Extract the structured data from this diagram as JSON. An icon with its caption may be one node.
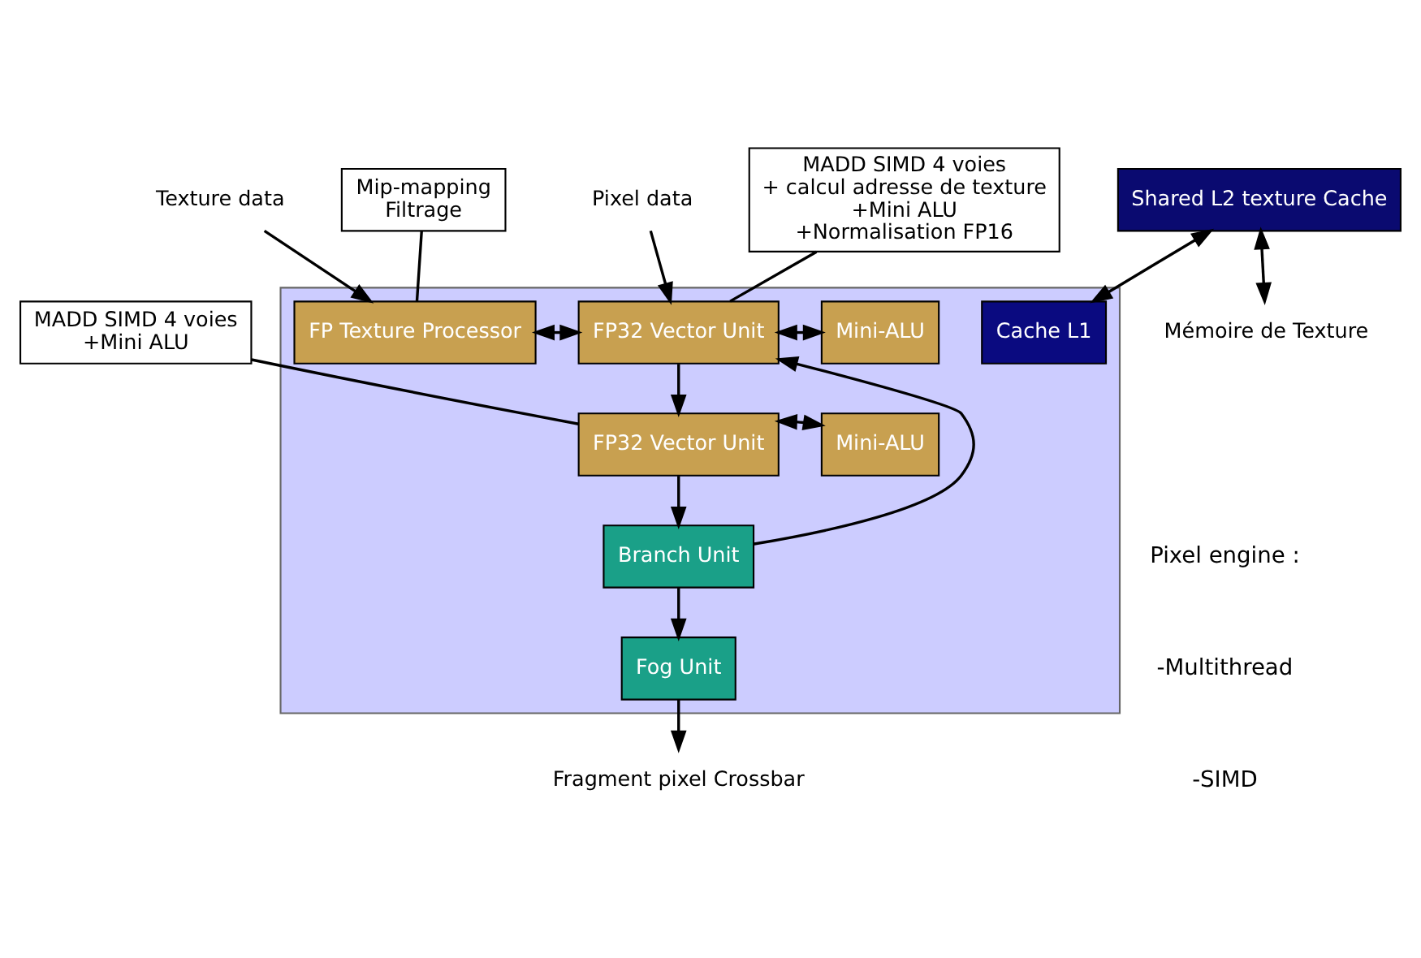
{
  "diagram": {
    "nodes": [
      {
        "text": [],
        "shape": "box"
      },
      {
        "text": [
          "Texture data"
        ]
      },
      {
        "text": [
          "Pixel data"
        ]
      },
      {
        "text": [
          "Mip-mapping",
          "Filtrage"
        ]
      },
      {
        "text": [
          "MADD SIMD 4 voies",
          "+ calcul adresse de texture",
          "+Mini ALU",
          "+Normalisation FP16"
        ]
      },
      {
        "text": [
          "Cache L1"
        ],
        "in": 0
      },
      {
        "text": [
          "FP Texture Processor"
        ],
        "in": 0
      },
      {
        "text": [
          "FP32 Vector Unit"
        ],
        "in": 0
      },
      {
        "text": [
          "Mini-ALU"
        ],
        "in": 0
      },
      {
        "text": [
          "MADD SIMD 4 voies",
          "+Mini ALU"
        ]
      },
      {
        "text": [
          "Shared L2 texture Cache"
        ]
      },
      {
        "text": [
          "FP32 Vector Unit"
        ],
        "in": 0
      },
      {
        "text": [
          "Mini-ALU"
        ],
        "in": 0
      },
      {
        "text": [
          "Branch Unit"
        ],
        "in": 0
      },
      {
        "text": [
          "Fog Unit"
        ],
        "in": 0
      },
      {
        "text": [
          "Mémoire de Texture"
        ]
      },
      {
        "text": [
          "Fragment pixel Crossbar"
        ]
      }
    ],
    "edges": [
      {
        "from": 1,
        "to": 6,
        "arrow": "to"
      },
      {
        "from": 2,
        "to": 7,
        "arrow": "to"
      },
      {
        "from": 13,
        "to": 7,
        "arrow": "to"
      },
      {
        "from": 3,
        "to": 6,
        "arrow": "none"
      },
      {
        "from": 4,
        "to": 7,
        "arrow": "none"
      },
      {
        "from": 6,
        "to": 7,
        "arrow": "both"
      },
      {
        "from": 7,
        "to": 8,
        "arrow": "both"
      },
      {
        "from": 10,
        "to": 5,
        "arrow": "both"
      },
      {
        "from": 7,
        "to": 11,
        "arrow": "to"
      },
      {
        "from": 9,
        "to": 11,
        "arrow": "none"
      },
      {
        "from": 11,
        "to": 12,
        "arrow": "both"
      },
      {
        "from": 11,
        "to": 13,
        "arrow": "to"
      },
      {
        "from": 13,
        "to": 14,
        "arrow": "to"
      },
      {
        "from": 10,
        "to": 15,
        "arrow": "both"
      },
      {
        "from": 14,
        "to": 16,
        "arrow": "to"
      }
    ],
    "labels": [
      "Pixel engine :",
      "-Multithread",
      "-SIMD"
    ]
  }
}
